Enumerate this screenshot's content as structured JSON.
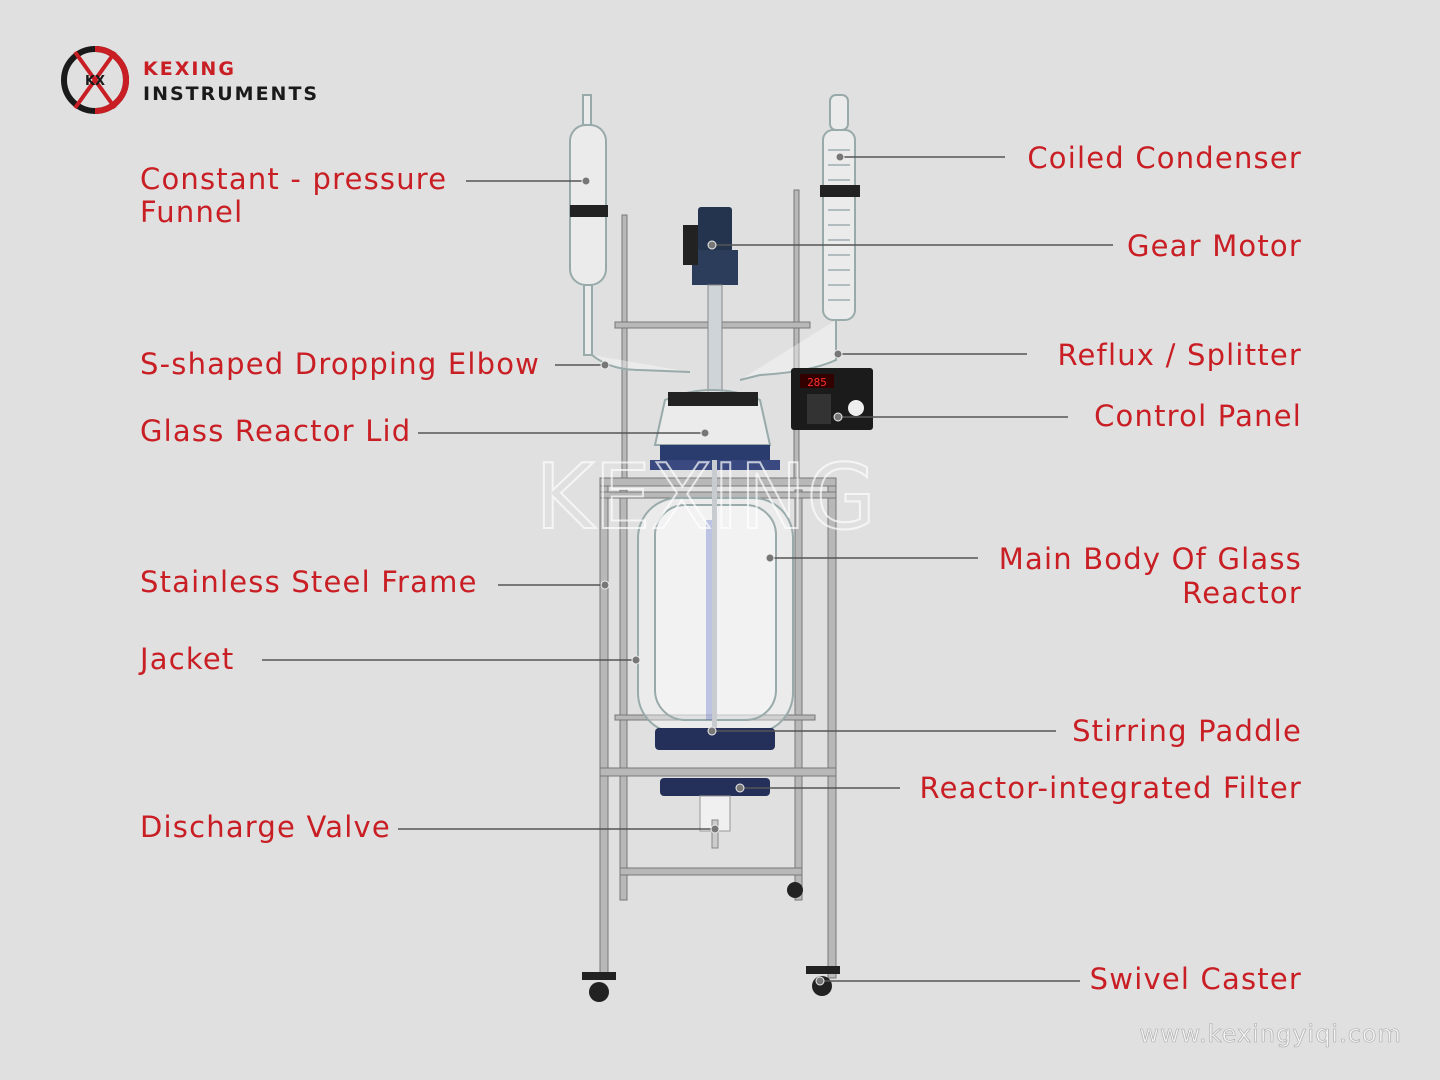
{
  "brand": {
    "line1": "KEXING",
    "line2": "INSTRUMENTS",
    "logo_letters": "KX",
    "colors": {
      "red": "#c81e24",
      "black": "#1a1a1a"
    }
  },
  "watermark_center": "KEXING",
  "website": "www.kexingyiqi.com",
  "control_panel_display": "285",
  "labels_left": [
    {
      "line1": "Constant - pressure",
      "line2": "Funnel"
    },
    {
      "line1": "S-shaped Dropping Elbow"
    },
    {
      "line1": "Glass Reactor Lid"
    },
    {
      "line1": "Stainless Steel Frame"
    },
    {
      "line1": "Jacket"
    },
    {
      "line1": "Discharge Valve"
    }
  ],
  "labels_right": [
    {
      "line1": "Coiled Condenser"
    },
    {
      "line1": "Gear Motor"
    },
    {
      "line1": "Reflux / Splitter"
    },
    {
      "line1": "Control Panel"
    },
    {
      "line1": "Main Body Of Glass",
      "line2": "Reactor"
    },
    {
      "line1": "Stirring Paddle"
    },
    {
      "line1": "Reactor-integrated Filter"
    },
    {
      "line1": "Swivel Caster"
    }
  ],
  "colors": {
    "label": "#c81e24",
    "background": "#e0e0e0",
    "leader_line": "#555555"
  }
}
